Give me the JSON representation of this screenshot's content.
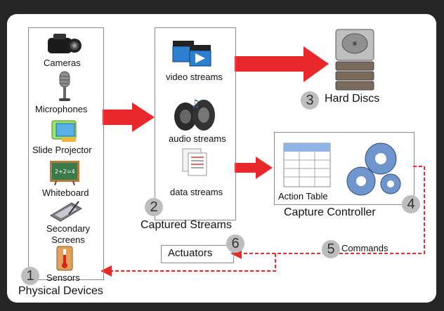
{
  "physical_devices": {
    "title": "Physical Devices",
    "number": "1",
    "items": [
      {
        "label": "Cameras",
        "icon": "camera-icon"
      },
      {
        "label": "Microphones",
        "icon": "microphone-icon"
      },
      {
        "label": "Slide Projector",
        "icon": "projector-icon"
      },
      {
        "label": "Whiteboard",
        "icon": "whiteboard-icon"
      },
      {
        "label": "Secondary Screens",
        "line1": "Secondary",
        "line2": "Screens",
        "icon": "tablet-icon"
      },
      {
        "label": "Sensors",
        "icon": "thermometer-icon"
      }
    ]
  },
  "captured_streams": {
    "title": "Captured Streams",
    "number": "2",
    "items": [
      {
        "label": "video streams",
        "icon": "video-clapper-icon"
      },
      {
        "label": "audio streams",
        "icon": "speaker-icon"
      },
      {
        "label": "data streams",
        "icon": "document-icon"
      }
    ]
  },
  "storage": {
    "label": "Hard Discs",
    "number": "3",
    "icon": "hard-disk-icon"
  },
  "controller": {
    "title": "Capture Controller",
    "number": "4",
    "table_label": "Action Table",
    "icon": "gears-icon"
  },
  "commands": {
    "label": "Commands",
    "number": "5"
  },
  "actuators": {
    "label": "Actuators",
    "number": "6"
  },
  "colors": {
    "arrow": "#e8282b",
    "dashed": "#e8282b",
    "badge": "#bdbdbd",
    "frame": "#262626"
  }
}
